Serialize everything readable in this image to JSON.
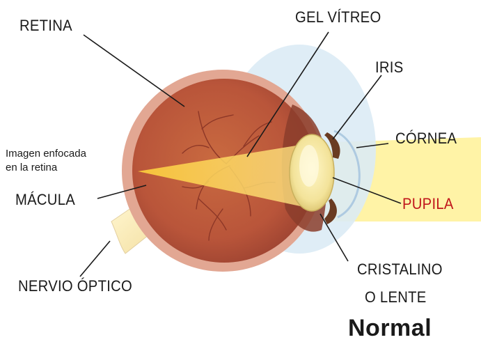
{
  "diagram": {
    "labels": {
      "retina": "RETINA",
      "gel_vitreo": "GEL VÍTREO",
      "iris": "IRIS",
      "cornea": "CÓRNEA",
      "pupila": "PUPILA",
      "macula": "MÁCULA",
      "cristalino_line1": "CRISTALINO",
      "cristalino_line2": "O LENTE",
      "nervio_optico": "NERVIO ÓPTICO",
      "imagen_line1": "Imagen enfocada",
      "imagen_line2": "en la retina"
    },
    "title": "Normal",
    "colors": {
      "light_beam": "#fff3a6",
      "focus_cone": "#ffd23a",
      "eyeball": "#c4603c",
      "sclera_rim": "#e0a38d",
      "cornea": "#d8e9f4",
      "pupil_label": "#c0151b",
      "leader_lines": "#1a1a1a"
    }
  }
}
